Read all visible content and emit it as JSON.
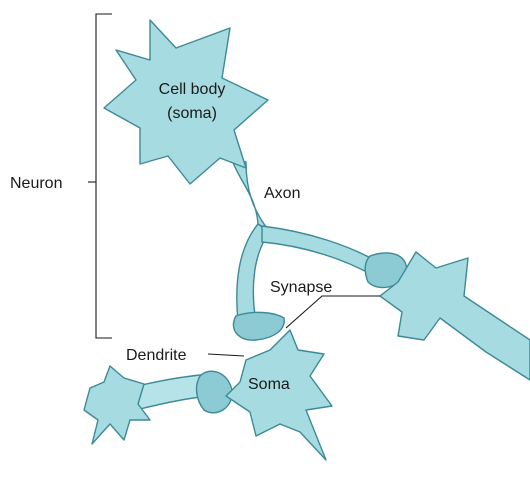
{
  "labels": {
    "cell_body_line1": "Cell body",
    "cell_body_line2": "(soma)",
    "axon": "Axon",
    "synapse": "Synapse",
    "neuron": "Neuron",
    "dendrite": "Dendrite",
    "soma": "Soma"
  },
  "colors": {
    "cell_fill": "#a6dbe1",
    "cell_outline": "#3d8a96",
    "text": "#1a1a1a"
  }
}
